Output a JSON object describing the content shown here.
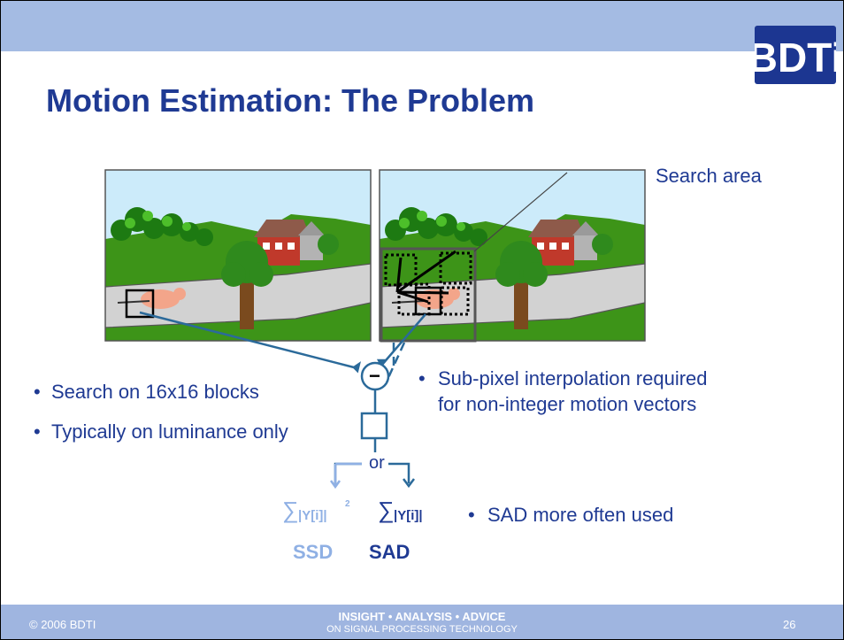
{
  "slide": {
    "title": "Motion Estimation: The Problem",
    "logo_text": "BDTi",
    "callout": "Search area",
    "bullets_left": [
      "Search on 16x16 blocks",
      "Typically on luminance only"
    ],
    "bullet_right": {
      "line1": "Sub-pixel interpolation required",
      "line2": "for non-integer motion vectors"
    },
    "or_label": "or",
    "ssd": {
      "sum": "∑",
      "expr": "|Y[i]|",
      "exp": "2",
      "label": "SSD"
    },
    "sad": {
      "sum": "∑",
      "expr": "|Y[i]|",
      "label": "SAD"
    },
    "note": "SAD more often used",
    "minus": "−",
    "bullet_char": "•"
  },
  "footer": {
    "copyright": "© 2006 BDTI",
    "tagline": "INSIGHT  •  ANALYSIS  •  ADVICE",
    "subtagline": "ON SIGNAL PROCESSING TECHNOLOGY",
    "page": "26"
  },
  "colors": {
    "title": "#1f3a93",
    "band": "#a4bbe3",
    "arrow": "#2b6a9a",
    "ssd": "#8fb0e4",
    "sky": "#ccebfa",
    "grass": "#3d9418",
    "road": "#d2d2d2"
  }
}
